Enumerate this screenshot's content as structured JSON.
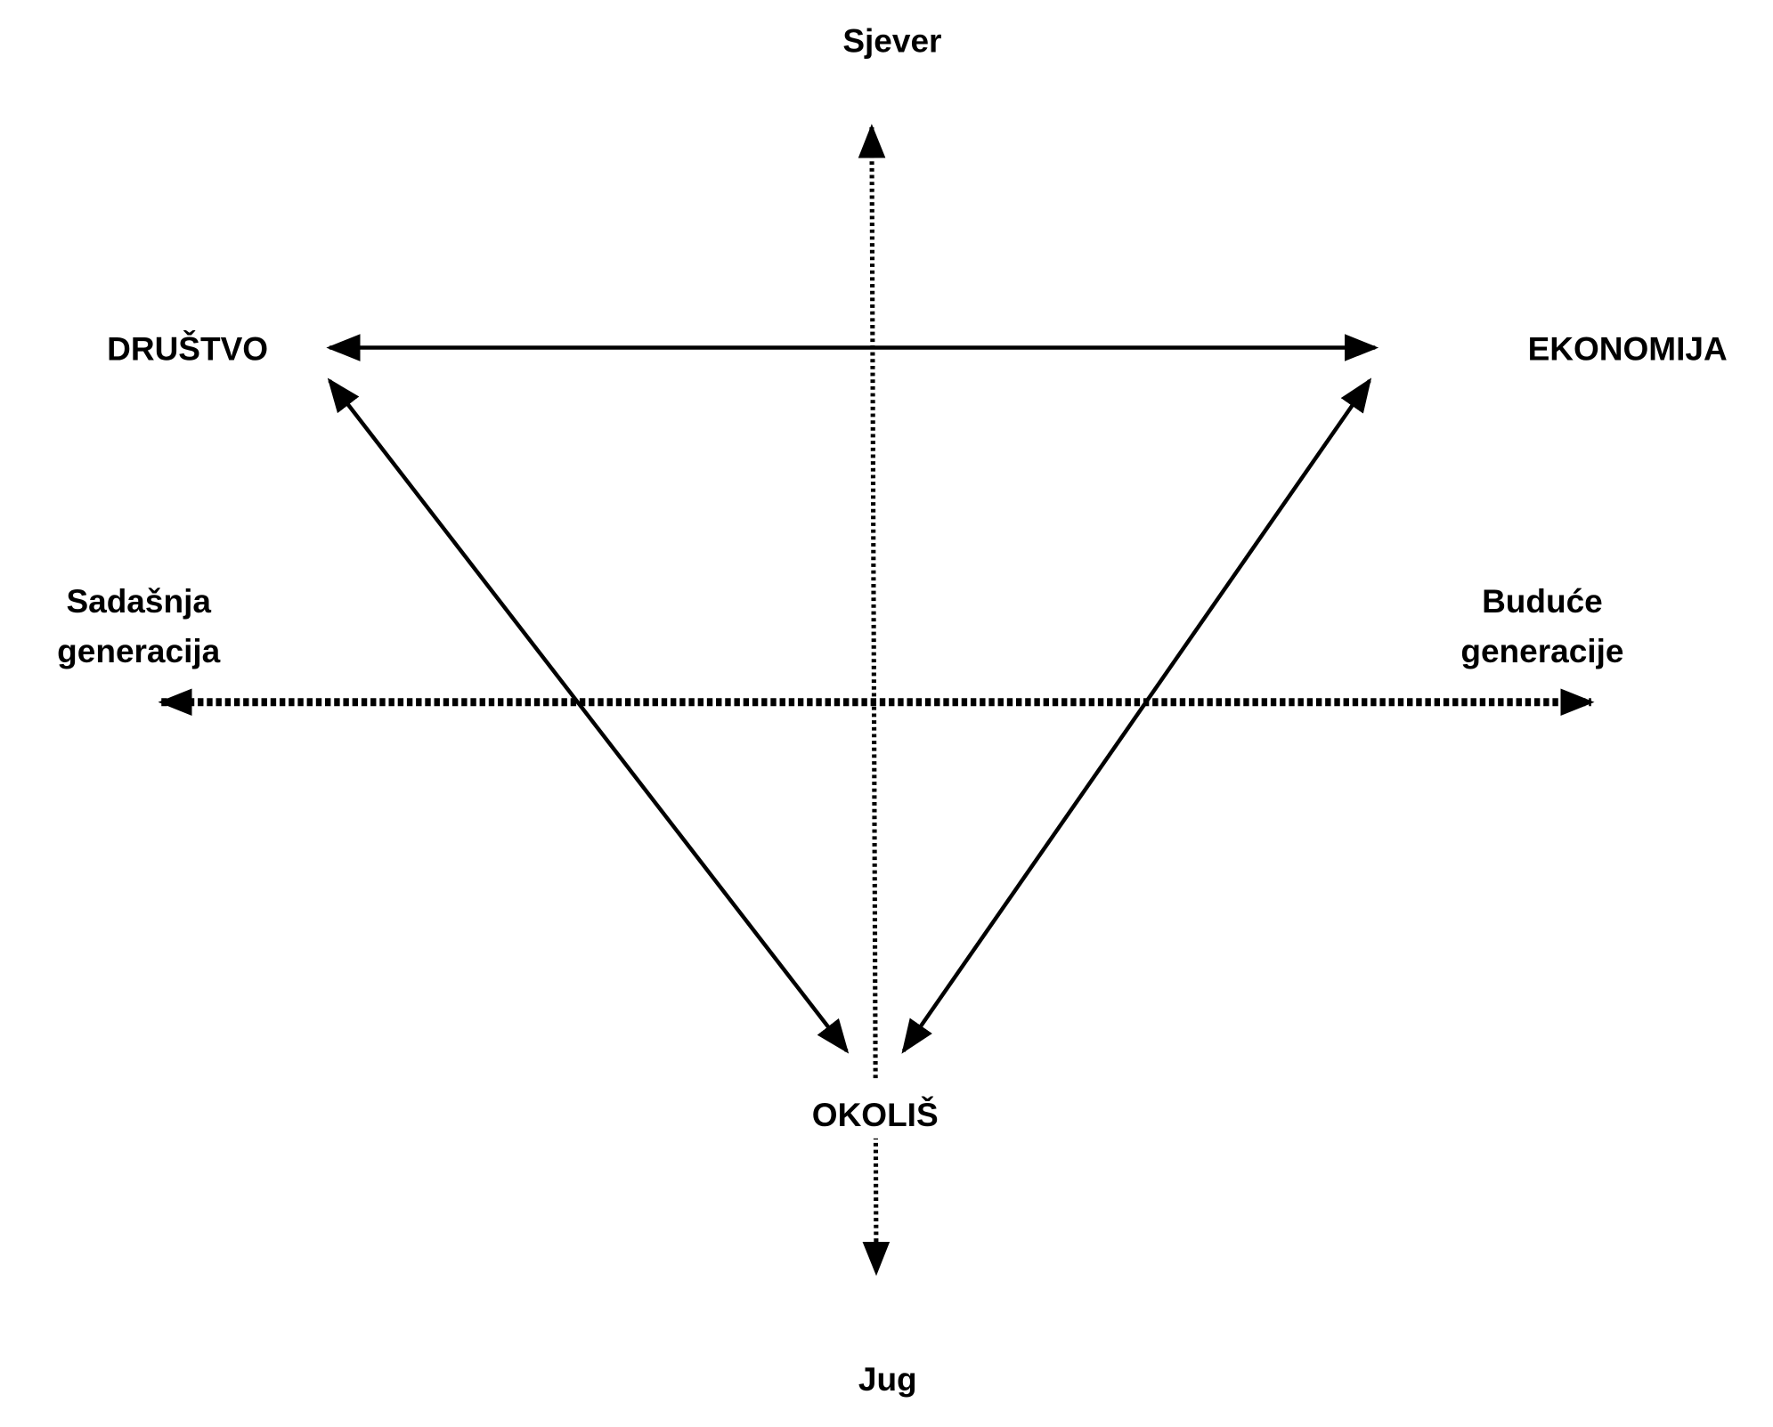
{
  "labels": {
    "north": "Sjever",
    "south": "Jug",
    "society": "DRUŠTVO",
    "economy": "EKONOMIJA",
    "environment": "OKOLIŠ",
    "present_line1": "Sadašnja",
    "present_line2": "generacija",
    "future_line1": "Buduće",
    "future_line2": "generacije"
  },
  "colors": {
    "line": "#000000",
    "background": "#ffffff"
  }
}
